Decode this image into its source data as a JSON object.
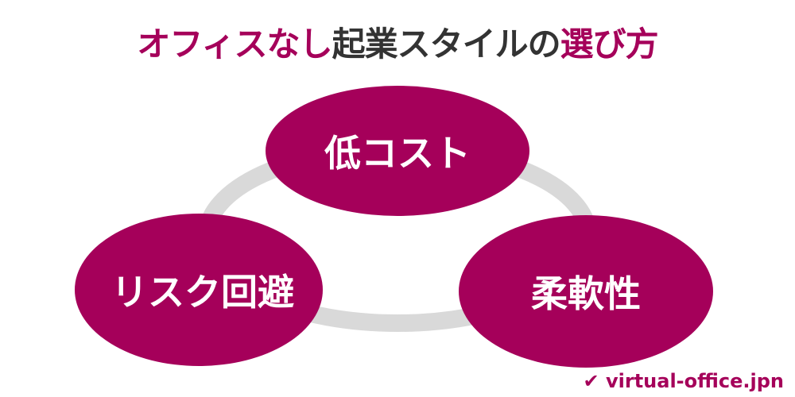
{
  "title": {
    "part1": "オフィスなし",
    "part2": "起業スタイルの",
    "part3": "選び方"
  },
  "nodes": [
    {
      "label": "低コスト"
    },
    {
      "label": "リスク回避"
    },
    {
      "label": "柔軟性"
    }
  ],
  "logo": {
    "icon": "check-icon",
    "text": "virtual-office.jpn"
  },
  "colors": {
    "accent": "#a5005a",
    "ring": "#d9d9d9",
    "text": "#333333"
  }
}
